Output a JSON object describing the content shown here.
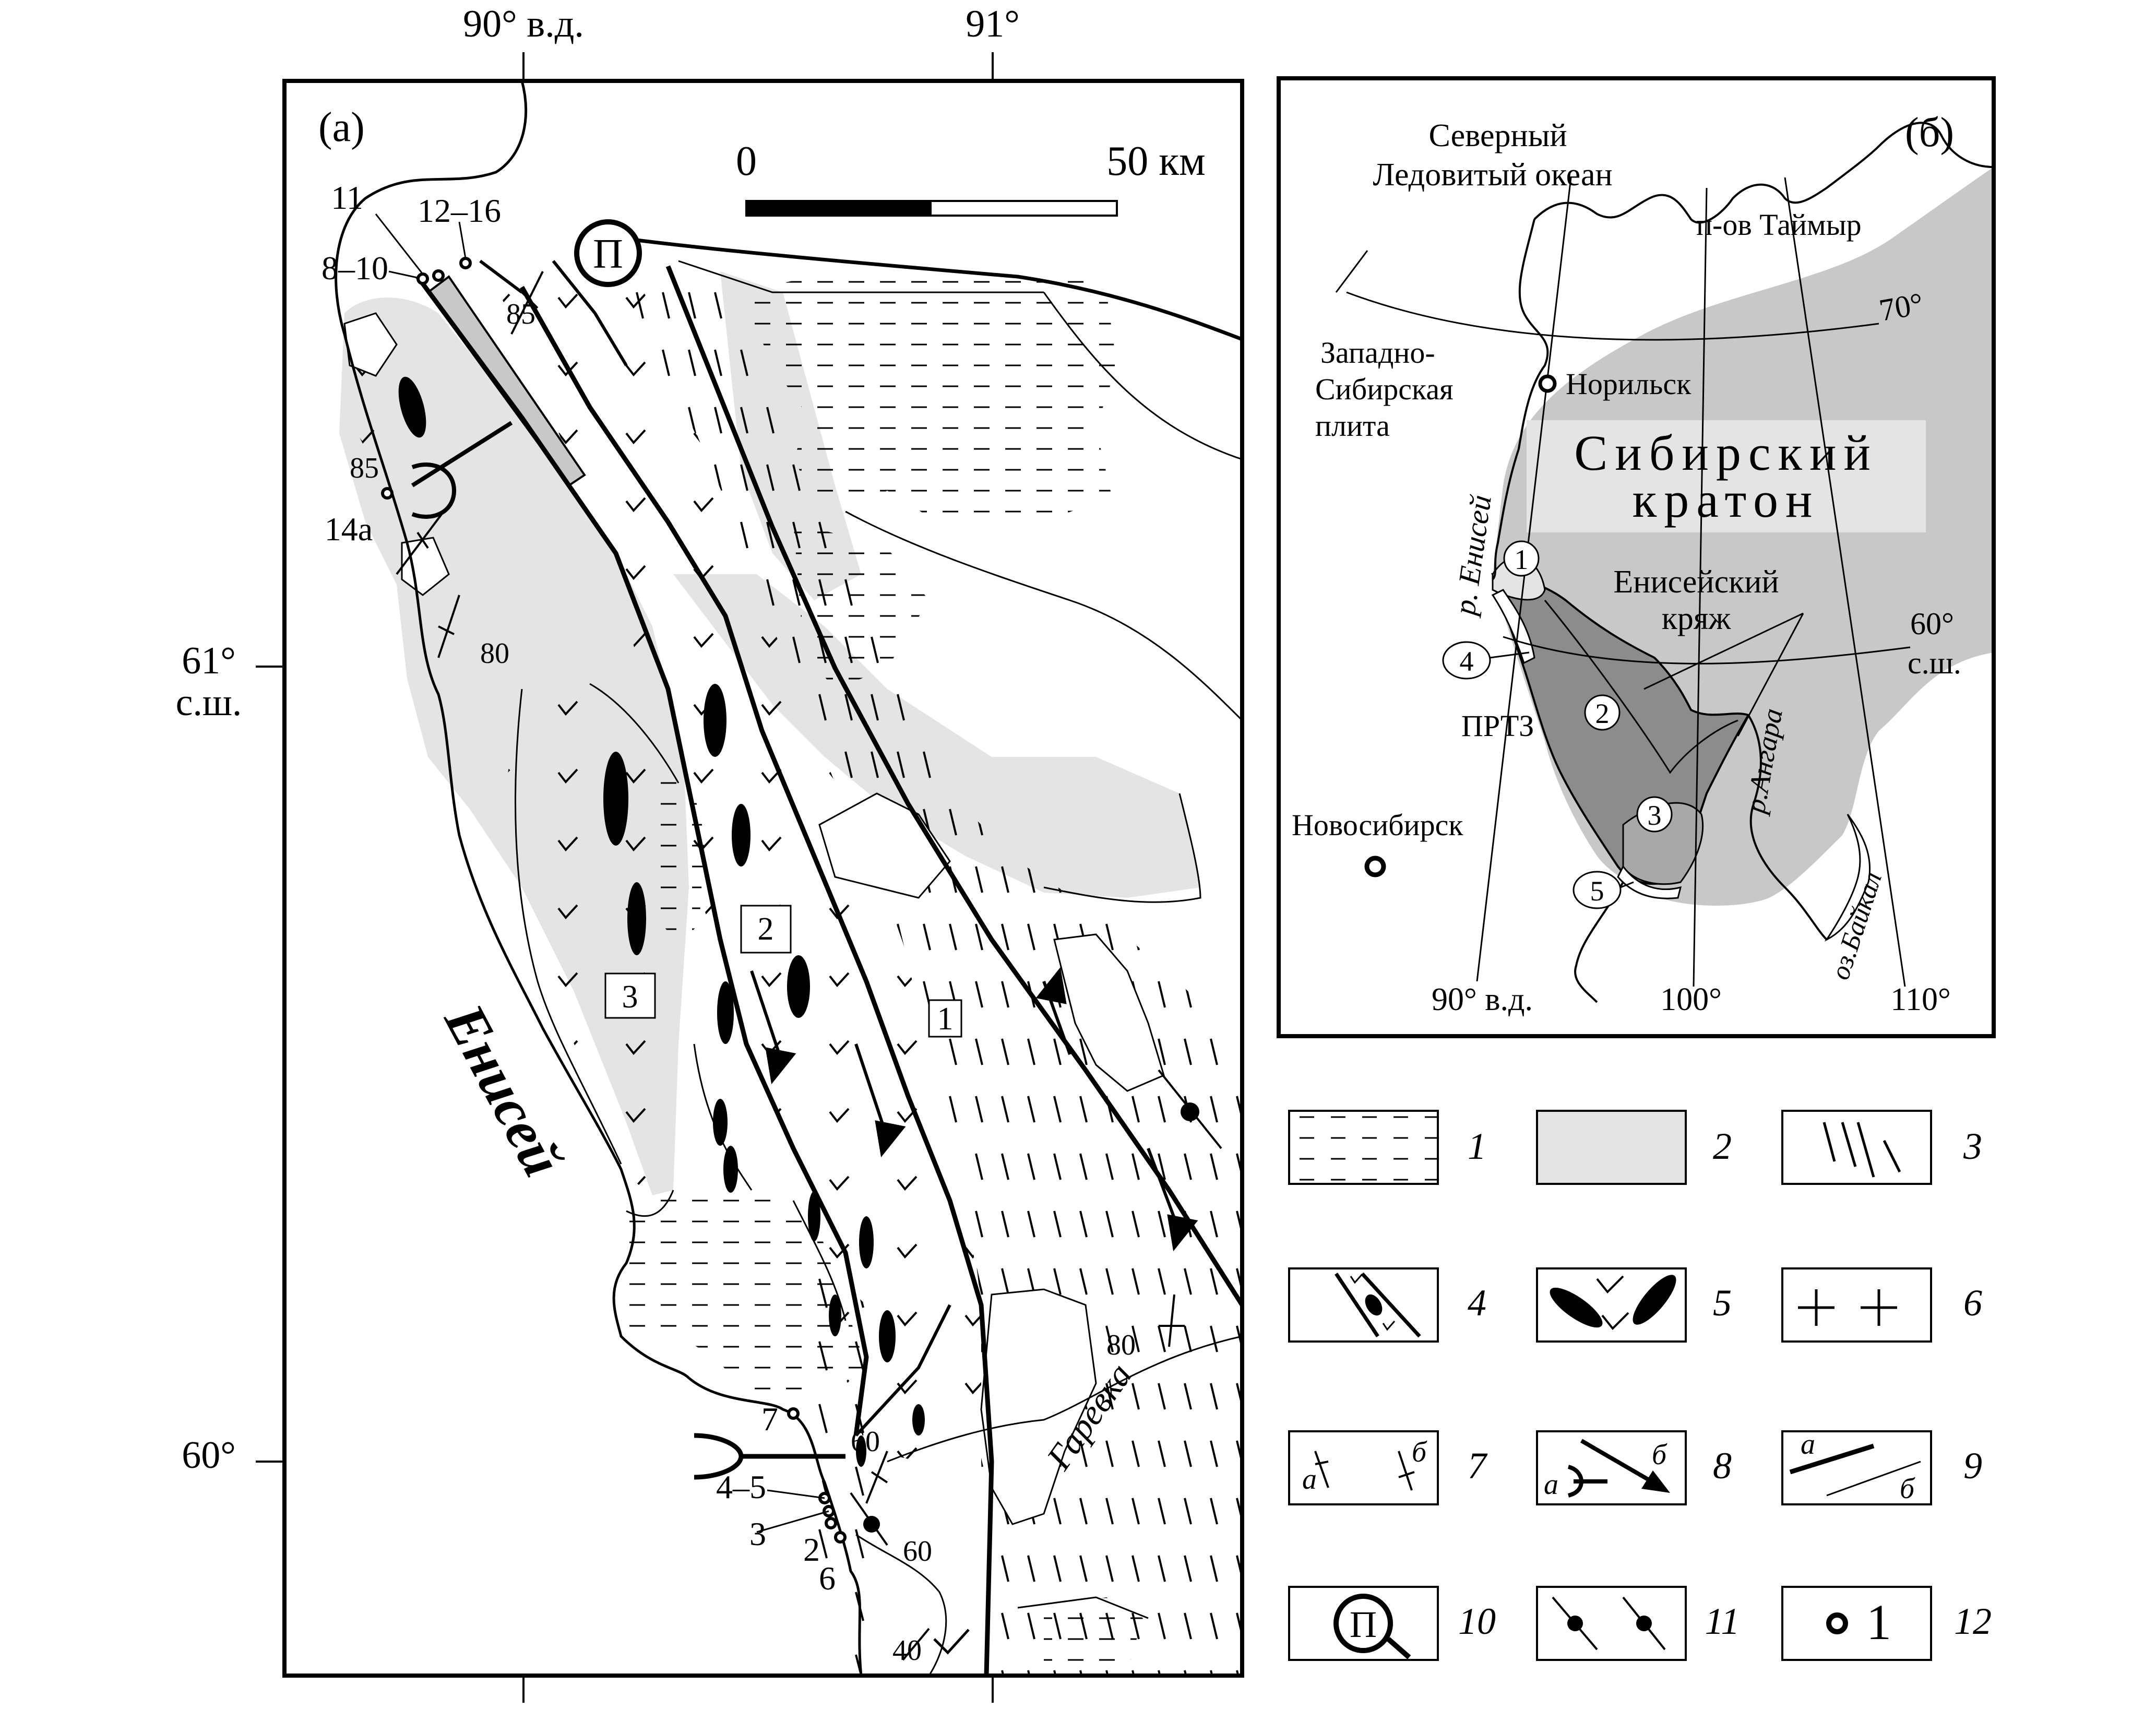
{
  "panel_a": {
    "label": "(а)",
    "lon_labels": [
      "90° в.д.",
      "91°"
    ],
    "lat_labels": [
      {
        "deg": "61°",
        "hemi": "с.ш."
      },
      {
        "deg": "60°",
        "hemi": ""
      }
    ],
    "scale": {
      "start": "0",
      "end": "50 км"
    },
    "river_yenisei": "Енисей",
    "river_garevka": "Гаревка",
    "zone_numbers": [
      "1",
      "2",
      "3"
    ],
    "dip_angles": [
      "85",
      "85",
      "80",
      "80",
      "60",
      "60",
      "40"
    ],
    "sample_points": [
      "11",
      "12–16",
      "8–10",
      "14а",
      "7",
      "4–5",
      "3",
      "2",
      "6"
    ],
    "pluton_symbol": "П"
  },
  "panel_b": {
    "label": "(б)",
    "ocean": [
      "Северный",
      "Ледовитый океан"
    ],
    "taimyr": "п-ов Таймыр",
    "norilsk": "Норильск",
    "west_siberian": [
      "Западно-",
      "Сибирская",
      "плита"
    ],
    "craton": [
      "Сибирский",
      "кратон"
    ],
    "river_yenisei": "р. Енисей",
    "yenisei_ridge": [
      "Енисейский",
      "кряж"
    ],
    "lat_70": "70°",
    "lat_60": [
      "60°",
      "с.ш."
    ],
    "prtz": "ПРТЗ",
    "novosibirsk": "Новосибирск",
    "river_angara": "р.Ангара",
    "baikal": "оз.Байкал",
    "lon_labels": [
      "90° в.д.",
      "100°",
      "110°"
    ],
    "terrane_numbers": [
      "1",
      "2",
      "3",
      "4",
      "5"
    ]
  },
  "legend": {
    "numbers": [
      "1",
      "2",
      "3",
      "4",
      "5",
      "6",
      "7",
      "8",
      "9",
      "10",
      "11",
      "12"
    ],
    "sub_a": "а",
    "sub_b": "б",
    "pluton_symbol": "П",
    "sample_example": "1"
  },
  "colors": {
    "light_gray": "#e4e4e4",
    "map_gray": "#c8c8c8",
    "ridge_gray": "#8c8c8c",
    "terrane3_gray": "#a8a8a8"
  }
}
